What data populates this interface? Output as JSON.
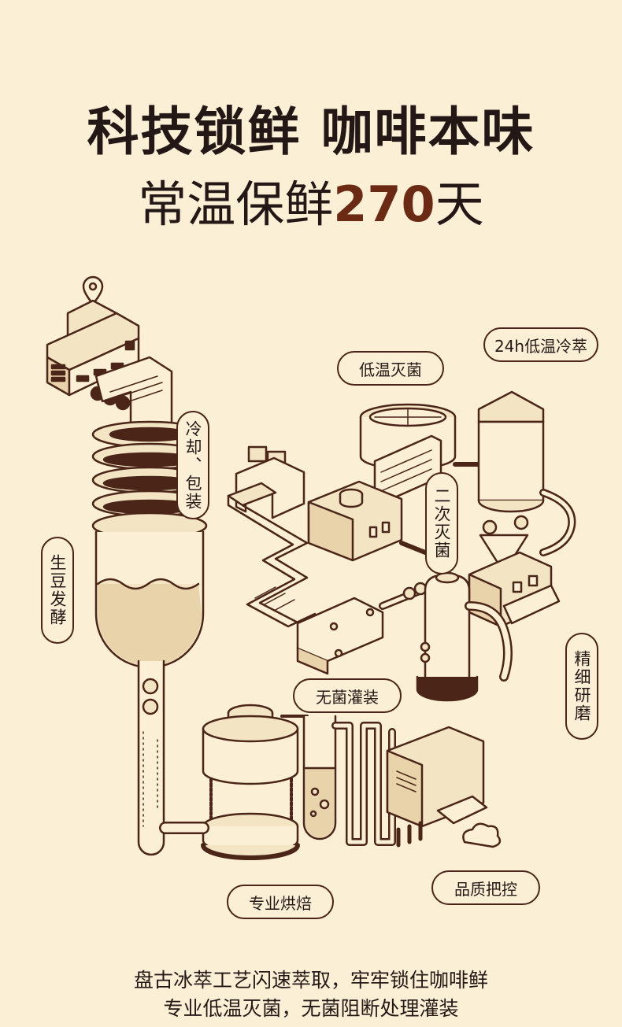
{
  "headline": {
    "line1": "科技锁鲜 咖啡本味",
    "line2_prefix": "常温保鲜",
    "line2_number": "270",
    "line2_suffix": "天"
  },
  "labels": {
    "cooling_packing": "冷却、包装",
    "fermentation": "生豆发酵",
    "low_temp_sterilize": "低温灭菌",
    "cold_brew_24h": "24h低温冷萃",
    "second_sterilize": "二次灭菌",
    "fine_grinding": "精细研磨",
    "aseptic_filling": "无菌灌装",
    "quality_control": "品质把控",
    "professional_roasting": "专业烘焙"
  },
  "caption": {
    "line1": "盘古冰萃工艺闪速萃取，牢牢锁住咖啡鲜",
    "line2": "专业低温灭菌，无菌阻断处理灌装"
  },
  "colors": {
    "background": "#fbf0d6",
    "line": "#4a2518",
    "accent": "#6b2a14",
    "fill_light": "#f3e4c4",
    "fill_mid": "#e9d3ab"
  }
}
